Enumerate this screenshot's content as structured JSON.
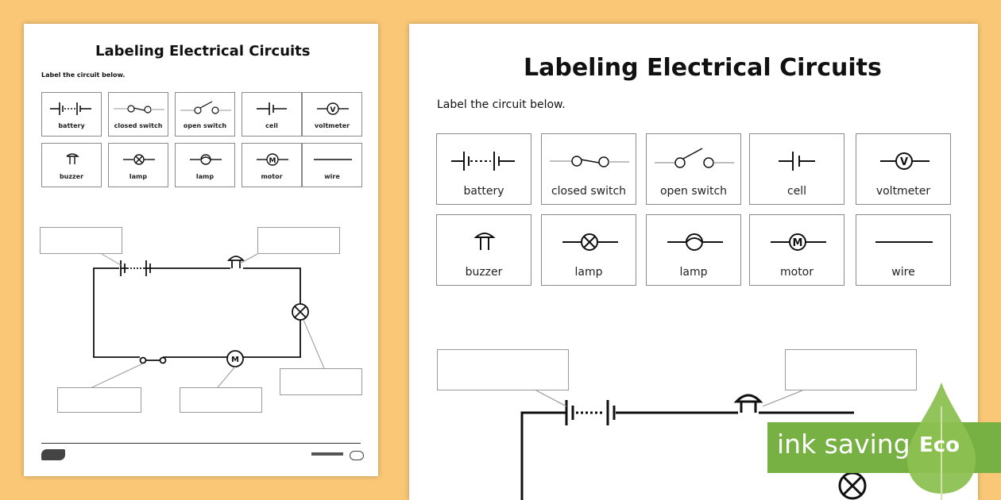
{
  "worksheet": {
    "title": "Labeling Electrical Circuits",
    "instruction": "Label the circuit below."
  },
  "symbols": [
    {
      "label": "battery",
      "icon": "battery-symbol-icon"
    },
    {
      "label": "closed switch",
      "icon": "closed-switch-symbol-icon"
    },
    {
      "label": "open switch",
      "icon": "open-switch-symbol-icon"
    },
    {
      "label": "cell",
      "icon": "cell-symbol-icon"
    },
    {
      "label": "voltmeter",
      "icon": "voltmeter-symbol-icon"
    },
    {
      "label": "buzzer",
      "icon": "buzzer-symbol-icon"
    },
    {
      "label": "lamp",
      "icon": "lamp-cross-symbol-icon"
    },
    {
      "label": "lamp",
      "icon": "lamp-filament-symbol-icon"
    },
    {
      "label": "motor",
      "icon": "motor-symbol-icon"
    },
    {
      "label": "wire",
      "icon": "wire-symbol-icon"
    }
  ],
  "meter_letters": {
    "voltmeter": "V",
    "motor": "M"
  },
  "badge": {
    "text": "ink saving",
    "word": "Eco",
    "color": "#78b143"
  },
  "colors": {
    "background": "#f9c776",
    "line": "#111111",
    "box_border": "#8a8a8a"
  }
}
